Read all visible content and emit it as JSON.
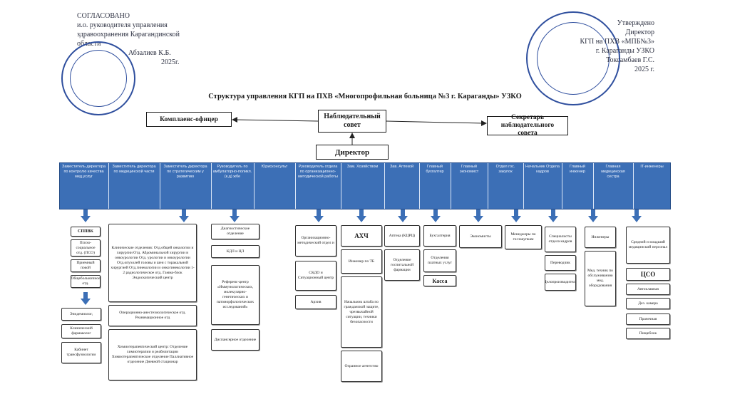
{
  "approval_left": {
    "lines": [
      "СОГЛАСОВАНО",
      "и.о. руководителя управления",
      "здравоохранения Карагандинской",
      "области"
    ],
    "signature_line": "Абзалиев  К.Б.",
    "year_line": "2025г."
  },
  "approval_right": {
    "lines": [
      "Утверждено",
      "Директор",
      "КГП на ПХВ «МПБ№3»",
      "г. Караганды УЗКО",
      "Токсамбаев Г.С.",
      "2025 г."
    ]
  },
  "title": "Структура управления КГП на ПХВ «Многопрофильная больница №3 г. Караганды» УЗКО",
  "compliance": "Комплаенс-офицер",
  "board": "Наблюдательный совет",
  "secretary": "Секретарь наблюдательного совета",
  "director": "Директор",
  "heads": [
    "Заместитель директора по контролю качества мед.услуг",
    "Заместитель директора по медицинской части",
    "Заместитель директора по стратегическим у развитию",
    "Руководитель по амбулаторно-поликл.(к.д) жбе",
    "Юрисконсульт",
    "Руководитель отдела по организационно-методической работы",
    "Зам. Хозяйством",
    "Зав. Аптекой",
    "Главный бухгалтер",
    "Главный экономист",
    "Отдел гос. закупок",
    "Начальник Отдела кадров",
    "Главный инженер",
    "Главная медицинская сестра",
    "IT-инженеры"
  ],
  "columns": {
    "c1": [
      "СППВК",
      "Психо-социальное отд. (ПСО)",
      "Приемный покой",
      "Общебольничное отд."
    ],
    "c1b": [
      "Эпидемиолог,",
      "Клинический фармаколог",
      "Кабинет трансфузиологии"
    ],
    "c2": [
      "Клинические отделения: Отд.общей онкологии и хирургии Отд. Абдоминальной хирургии и онкоурологии Отд. урологии и онкоурологии Отд.опухолей головы и шеи с торакальной хирургией Отд.гинекологии и онкогинекологии 1-2 радиологическое отд. Гамма-блок Эндоскопический центр",
      "Операционно-анестезиологическое отд. Реанимационное отд",
      "Химиотерапевтический центр: Отделение химиотерапии и реабилитации Химиотерапевтическое отделение Паллиативное отделение Дневной стационар"
    ],
    "c3": [
      "Диагностическое отделение",
      "КДЛ и ЦЛ",
      "Референс-центр «Иммунологических, молекулярно-генетических и патоморфологических исследований»",
      "Диспансерное отделение"
    ],
    "c4": [
      "Организационно-методический отдел  и",
      "СКДО и Ситуационный центр",
      "Архив"
    ],
    "c5": [
      "АХЧ",
      "Инженер по ТБ",
      "Начальник штаба по гражданской защите, чрезвычайной ситуации, техники безопасности",
      "Охранное агентство"
    ],
    "c6": [
      "Аптека (КЦРЦ)",
      "Отделение госпитальной фармации"
    ],
    "c7": [
      "Бухгалтерия",
      "Отделения платных услуг",
      "Касса"
    ],
    "c8": [
      "Экономисты"
    ],
    "c9": [
      "Менеджеры по госзакупкам"
    ],
    "c10": [
      "Специалисты отдела кадров",
      "Переводчик",
      "Делопроизводитель"
    ],
    "c11": [
      "Инженеры",
      "Мед. техник по обслуживанию мед. оборудования"
    ],
    "c12": [
      "Средний и младший медицинский персонал",
      "ЦСО",
      "Автоклавная",
      "Дез. камера",
      "Прачечная",
      "Пищеблок"
    ]
  }
}
